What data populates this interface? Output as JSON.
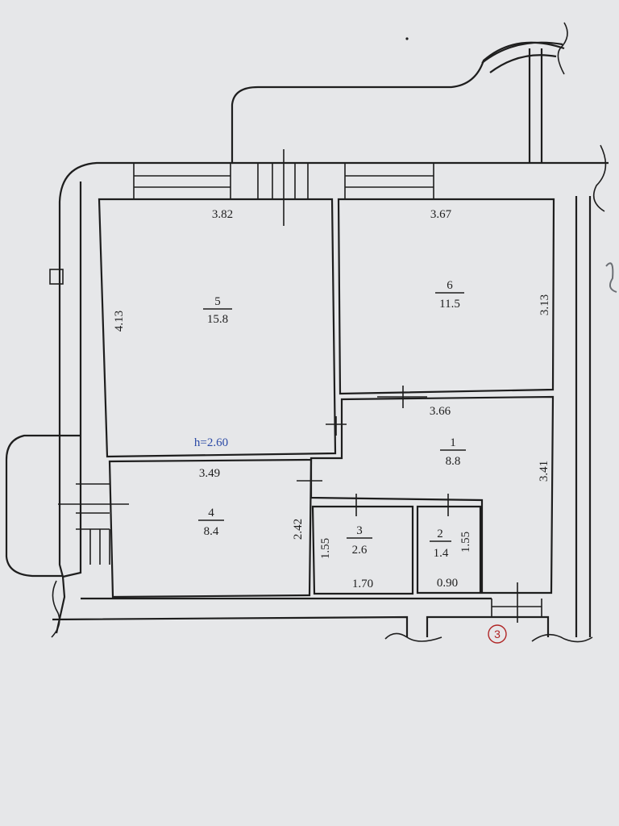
{
  "ceiling_height": "h=2.60",
  "room_5": {
    "number": "5",
    "area": "15.8",
    "width": "3.82",
    "height": "4.13"
  },
  "room_6": {
    "number": "6",
    "area": "11.5",
    "width": "3.67",
    "height": "3.13"
  },
  "room_1": {
    "number": "1",
    "area": "8.8",
    "width": "3.66",
    "height": "3.41"
  },
  "room_4": {
    "number": "4",
    "area": "8.4",
    "width": "3.49",
    "height": "2.42"
  },
  "room_3": {
    "number": "3",
    "area": "2.6",
    "width": "1.70",
    "height": "1.55"
  },
  "room_2": {
    "number": "2",
    "area": "1.4",
    "width": "0.90",
    "height": "1.55"
  },
  "apartment_marker": "3",
  "colors": {
    "paper": "#e6e7e9",
    "ink": "#1e1e1e",
    "label_blue": "#2b4aa6",
    "marker_red": "#b02626"
  }
}
